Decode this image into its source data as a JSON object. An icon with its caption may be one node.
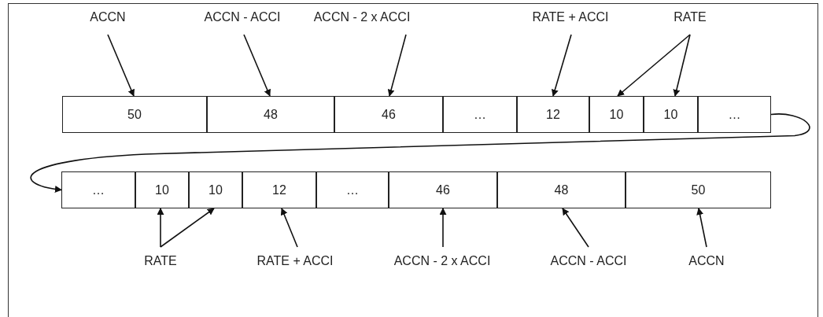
{
  "diagram": {
    "nodes": [
      {
        "text": [
          "ACCN"
        ]
      },
      {
        "text": [
          "ACCN - ACCI"
        ]
      },
      {
        "text": [
          "ACCN - 2 x ACCI"
        ]
      },
      {
        "text": [
          "RATE + ACCI"
        ]
      },
      {
        "text": [
          "RATE"
        ]
      },
      {
        "text": [
          "50"
        ]
      },
      {
        "text": [
          "48"
        ]
      },
      {
        "text": [
          "46"
        ]
      },
      {
        "text": [
          "…"
        ]
      },
      {
        "text": [
          "12"
        ]
      },
      {
        "text": [
          "10"
        ]
      },
      {
        "text": [
          "10"
        ]
      },
      {
        "text": [
          "…"
        ]
      },
      {
        "text": [
          "…"
        ]
      },
      {
        "text": [
          "10"
        ]
      },
      {
        "text": [
          "10"
        ]
      },
      {
        "text": [
          "12"
        ]
      },
      {
        "text": [
          "…"
        ]
      },
      {
        "text": [
          "46"
        ]
      },
      {
        "text": [
          "48"
        ]
      },
      {
        "text": [
          "50"
        ]
      },
      {
        "text": [
          "RATE"
        ]
      },
      {
        "text": [
          "RATE + ACCI"
        ]
      },
      {
        "text": [
          "ACCN - 2 x ACCI"
        ]
      },
      {
        "text": [
          "ACCN - ACCI"
        ]
      },
      {
        "text": [
          "ACCN"
        ]
      }
    ],
    "edges": [
      {
        "from": 0,
        "to": 5,
        "arrow": "to"
      },
      {
        "from": 1,
        "to": 6,
        "arrow": "to"
      },
      {
        "from": 2,
        "to": 7,
        "arrow": "to"
      },
      {
        "from": 3,
        "to": 9,
        "arrow": "to"
      },
      {
        "from": 4,
        "to": 10,
        "arrow": "to"
      },
      {
        "from": 4,
        "to": 11,
        "arrow": "to"
      },
      {
        "from": 12,
        "to": 13,
        "arrow": "to"
      },
      {
        "from": 21,
        "to": 14,
        "arrow": "to"
      },
      {
        "from": 21,
        "to": 15,
        "arrow": "to"
      },
      {
        "from": 22,
        "to": 16,
        "arrow": "to"
      },
      {
        "from": 23,
        "to": 18,
        "arrow": "to"
      },
      {
        "from": 24,
        "to": 19,
        "arrow": "to"
      },
      {
        "from": 25,
        "to": 20,
        "arrow": "to"
      }
    ]
  }
}
